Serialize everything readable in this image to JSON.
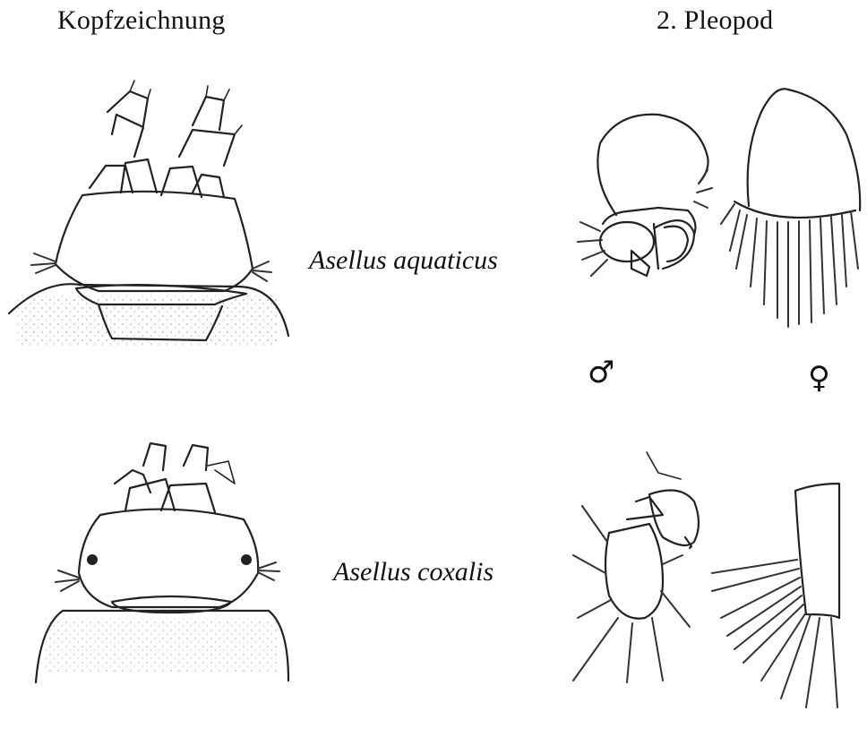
{
  "headings": {
    "head_drawing": "Kopfzeichnung",
    "pleopod": "2. Pleopod"
  },
  "species": [
    {
      "name": "Asellus aquaticus"
    },
    {
      "name": "Asellus coxalis"
    }
  ],
  "sex_symbols": {
    "male": "♂",
    "female": "♀"
  }
}
